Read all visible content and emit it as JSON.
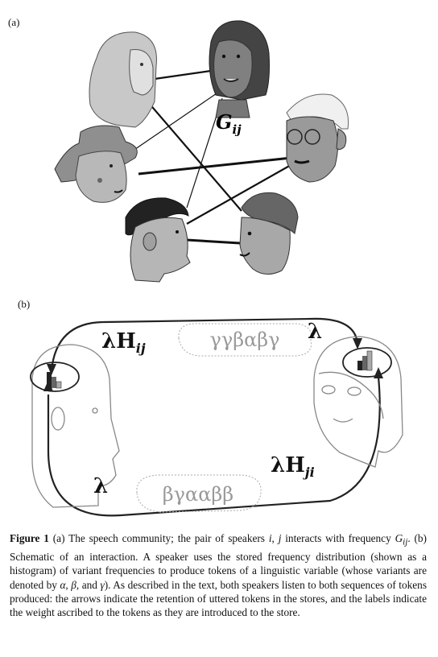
{
  "panel_a": {
    "label": "(a)",
    "edge_label": "G",
    "edge_label_sub": "ij"
  },
  "panel_b": {
    "label": "(b)",
    "weight_top_left": "λH",
    "weight_top_left_sub": "ij",
    "weight_top_right": "λ",
    "weight_bottom_left": "λ",
    "weight_bottom_right": "λH",
    "weight_bottom_right_sub": "ji",
    "tokens_top": "γγβαβγ",
    "tokens_bottom": "βγααββ"
  },
  "caption": {
    "figure_label": "Figure 1",
    "text_1": "  (a) The speech community; the pair of speakers ",
    "var_i": "i",
    "text_2": ", ",
    "var_j": "j",
    "text_3": " interacts with frequency ",
    "var_G": "G",
    "var_G_sub": "ij",
    "text_4": ". (b) Schematic of an interaction. A speaker uses the stored frequency distribution (shown as a histogram) of variant frequencies to produce tokens of a linguistic variable (whose variants are denoted by ",
    "var_alpha": "α",
    "text_5": ", ",
    "var_beta": "β",
    "text_6": ", and ",
    "var_gamma": "γ",
    "text_7": "). As described in the text, both speakers listen to both sequences of tokens produced: the arrows indicate the retention of uttered tokens in the stores, and the labels indicate the weight ascribed to the tokens as they are introduced to the store."
  }
}
